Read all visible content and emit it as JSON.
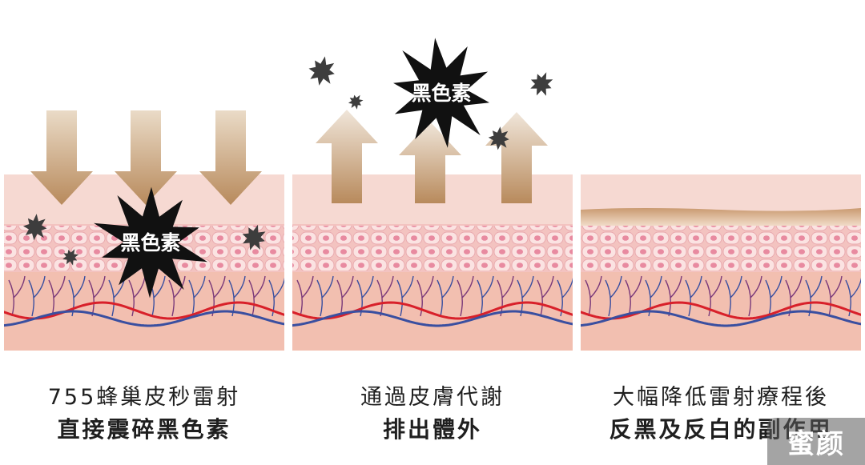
{
  "panels": [
    {
      "title": "755蜂巢皮秒雷射",
      "subtitle": "直接震碎黑色素",
      "burst_label": "黑色素"
    },
    {
      "title": "通過皮膚代謝",
      "subtitle": "排出體外",
      "burst_label": "黑色素"
    },
    {
      "title": "大幅降低雷射療程後",
      "subtitle": "反黑及反白的副作用"
    }
  ],
  "watermark": "蜜颜",
  "colors": {
    "background": "#ffffff",
    "epidermis": "#f6d9d2",
    "cell_layer": "#f3c3c0",
    "cell_fill": "#fbe3e2",
    "nucleus": "#e88aa0",
    "dermis": "#f2bfb0",
    "artery": "#d8202a",
    "vein": "#3a4fa0",
    "capillary": "#7a3a7a",
    "arrow": "#c89f79",
    "melanin": "#111111",
    "particle": "#3d3d3d",
    "darkened_layer": "#d9b08c"
  },
  "icons": [
    "arrow-down-icon",
    "arrow-up-icon",
    "melanin-burst-icon",
    "pigment-particle-icon"
  ]
}
